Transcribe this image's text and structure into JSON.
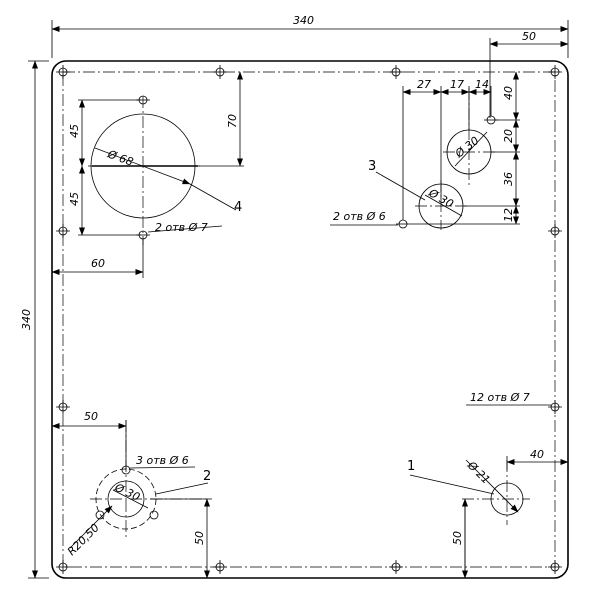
{
  "dims": {
    "overall_width": "340",
    "overall_height": "340",
    "top_right_offset": "50",
    "top_27": "27",
    "top_17": "17",
    "top_14": "14",
    "right_40": "40",
    "right_20": "20",
    "right_36": "36",
    "right_12": "12",
    "left_45_upper": "45",
    "left_45_lower": "45",
    "depth_70": "70",
    "left_60": "60",
    "left_50": "50",
    "bottom_50_left": "50",
    "bottom_50_right": "50",
    "right_40_bottom": "40"
  },
  "labels": {
    "dia_68": "Ø 68",
    "dia_30_upper": "Ø 30",
    "dia_30_lower": "Ø 30",
    "dia_21": "Ø 21",
    "dia_30_bottom": "Ø 30",
    "radius_r20_50": "R20,50",
    "holes_2_d7": "2 отв Ø 7",
    "holes_2_d6": "2 отв Ø 6",
    "holes_3_d6": "3 отв Ø 6",
    "holes_12_d7": "12 отв Ø 7"
  },
  "callouts": {
    "c1": "1",
    "c2": "2",
    "c3": "3",
    "c4": "4"
  }
}
